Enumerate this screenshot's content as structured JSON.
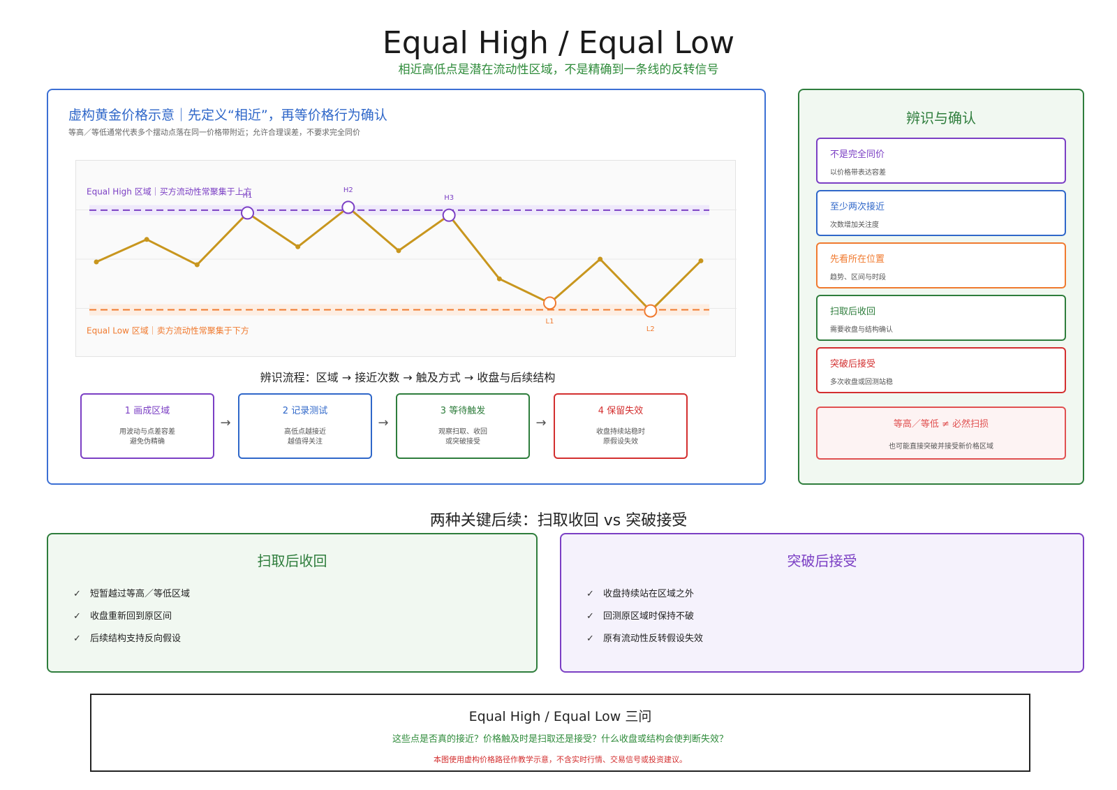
{
  "title": "Equal High / Equal Low",
  "subtitle": "相近高低点是潜在流动性区域，不是精确到一条线的反转信号",
  "chart_panel": {
    "title": "虚构黄金价格示意｜先定义“相近”，再等价格行为确认",
    "note": "等高／等低通常代表多个摆动点落在同一价格带附近；允许合理误差，不要求完全同价"
  },
  "chart_data": {
    "type": "line",
    "x": [
      0,
      1,
      2,
      3,
      4,
      5,
      6,
      7,
      8,
      9,
      10,
      11,
      12
    ],
    "values": [
      61,
      57,
      61.5,
      52.3,
      58.3,
      51.3,
      59,
      52.7,
      64,
      68.3,
      60.5,
      69.7,
      60.8
    ],
    "ylim": [
      43,
      78
    ],
    "zones": [
      {
        "label": "Equal High 区域｜买方流动性常聚集于上方",
        "level": 51.8,
        "band": [
          50.9,
          52.7
        ],
        "color": "#7b3fc4",
        "band_color": "#efe9fb"
      },
      {
        "label": "Equal Low 区域｜卖方流动性常聚集于下方",
        "level": 69.5,
        "band": [
          68.5,
          70.5
        ],
        "color": "#f07a2f",
        "band_color": "#fdeee3"
      }
    ],
    "highlights": [
      {
        "label": "H1",
        "index": 3,
        "color": "#7b3fc4",
        "label_pos": "above"
      },
      {
        "label": "H2",
        "index": 5,
        "color": "#7b3fc4",
        "label_pos": "above"
      },
      {
        "label": "H3",
        "index": 7,
        "color": "#7b3fc4",
        "label_pos": "above"
      },
      {
        "label": "L1",
        "index": 9,
        "color": "#f07a2f",
        "label_pos": "below"
      },
      {
        "label": "L2",
        "index": 11,
        "color": "#f07a2f",
        "label_pos": "below"
      }
    ],
    "line_color": "#c8961e"
  },
  "flow": {
    "caption": "辨识流程：区域 → 接近次数 → 触及方式 → 收盘与后续结构",
    "arrow": "→",
    "steps": [
      {
        "title": "1 画成区域",
        "desc": "用波动与点差容差\n避免伪精确",
        "color": "#7b3fc4"
      },
      {
        "title": "2 记录测试",
        "desc": "高低点越接近\n越值得关注",
        "color": "#2f67c9"
      },
      {
        "title": "3 等待触发",
        "desc": "观察扫取、收回\n或突破接受",
        "color": "#2e7d3c"
      },
      {
        "title": "4 保留失效",
        "desc": "收盘持续站稳时\n原假设失效",
        "color": "#d32f2f"
      }
    ]
  },
  "side": {
    "title": "辨识与确认",
    "cards": [
      {
        "title": "不是完全同价",
        "desc": "以价格带表达容差",
        "color": "#7b3fc4"
      },
      {
        "title": "至少两次接近",
        "desc": "次数增加关注度",
        "color": "#2f67c9"
      },
      {
        "title": "先看所在位置",
        "desc": "趋势、区间与时段",
        "color": "#f07a2f"
      },
      {
        "title": "扫取后收回",
        "desc": "需要收盘与结构确认",
        "color": "#2e7d3c"
      },
      {
        "title": "突破后接受",
        "desc": "多次收盘或回测站稳",
        "color": "#d32f2f"
      },
      {
        "title": "等高／等低 ≠ 必然扫损",
        "desc": "也可能直接突破并接受新价格区域",
        "color": "#e05050"
      }
    ]
  },
  "section_title": "两种关键后续：扫取收回 vs 突破接受",
  "left_box": {
    "title": "扫取后收回",
    "check": "✓",
    "items": [
      "短暂越过等高／等低区域",
      "收盘重新回到原区间",
      "后续结构支持反向假设"
    ],
    "color": "#2e7d3c"
  },
  "right_box": {
    "title": "突破后接受",
    "check": "✓",
    "items": [
      "收盘持续站在区域之外",
      "回测原区域时保持不破",
      "原有流动性反转假设失效"
    ],
    "color": "#7b3fc4"
  },
  "footer": {
    "title": "Equal High / Equal Low 三问",
    "question": "这些点是否真的接近？价格触及时是扫取还是接受？什么收盘或结构会使判断失效？",
    "disclaimer": "本图使用虚构价格路径作教学示意，不含实时行情、交易信号或投资建议。"
  }
}
